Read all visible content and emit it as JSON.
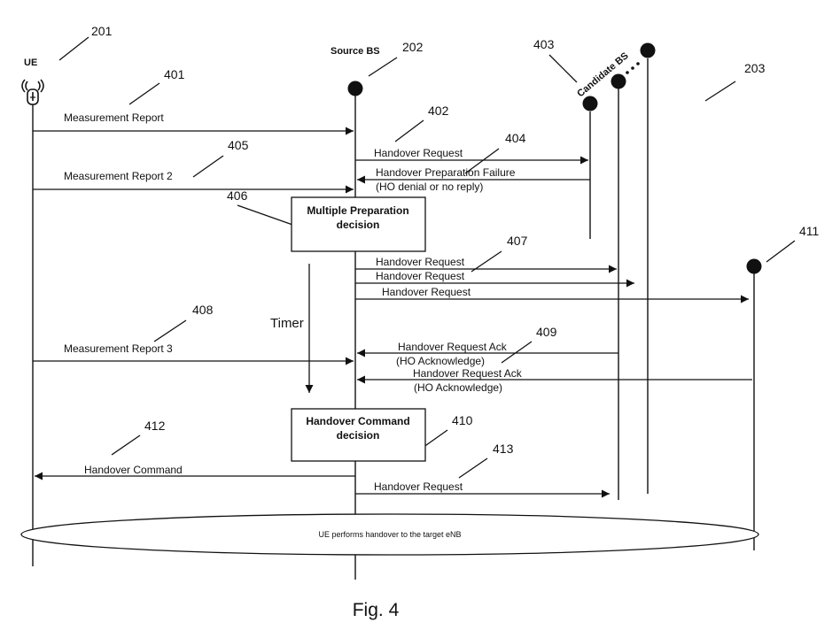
{
  "entities": {
    "ue": "UE",
    "source_bs": "Source BS",
    "candidate_bs": "Candidate BS"
  },
  "refs": {
    "r201": "201",
    "r202": "202",
    "r203": "203",
    "r401": "401",
    "r402": "402",
    "r403": "403",
    "r404": "404",
    "r405": "405",
    "r406": "406",
    "r407": "407",
    "r408": "408",
    "r409": "409",
    "r410": "410",
    "r411": "411",
    "r412": "412",
    "r413": "413"
  },
  "messages": {
    "mr1": "Measurement Report",
    "ho_req1": "Handover Request",
    "ho_prep_fail": "Handover Preparation Failure",
    "ho_prep_fail_note": "(HO denial or no reply)",
    "mr2": "Measurement Report 2",
    "ho_req2": "Handover Request",
    "ho_req3": "Handover Request",
    "ho_req4": "Handover Request",
    "mr3": "Measurement Report 3",
    "ho_ack1": "Handover Request Ack",
    "ho_ack1_note": "(HO Acknowledge)",
    "ho_ack2": "Handover Request Ack",
    "ho_ack2_note": "(HO Acknowledge)",
    "ho_cmd": "Handover Command",
    "ho_req5": "Handover Request"
  },
  "boxes": {
    "multi_prep_line1": "Multiple Preparation",
    "multi_prep_line2": "decision",
    "ho_cmd_line1": "Handover Command",
    "ho_cmd_line2": "decision"
  },
  "timer": "Timer",
  "handover_ellipse": "UE performs handover to the target eNB",
  "caption": "Fig. 4"
}
